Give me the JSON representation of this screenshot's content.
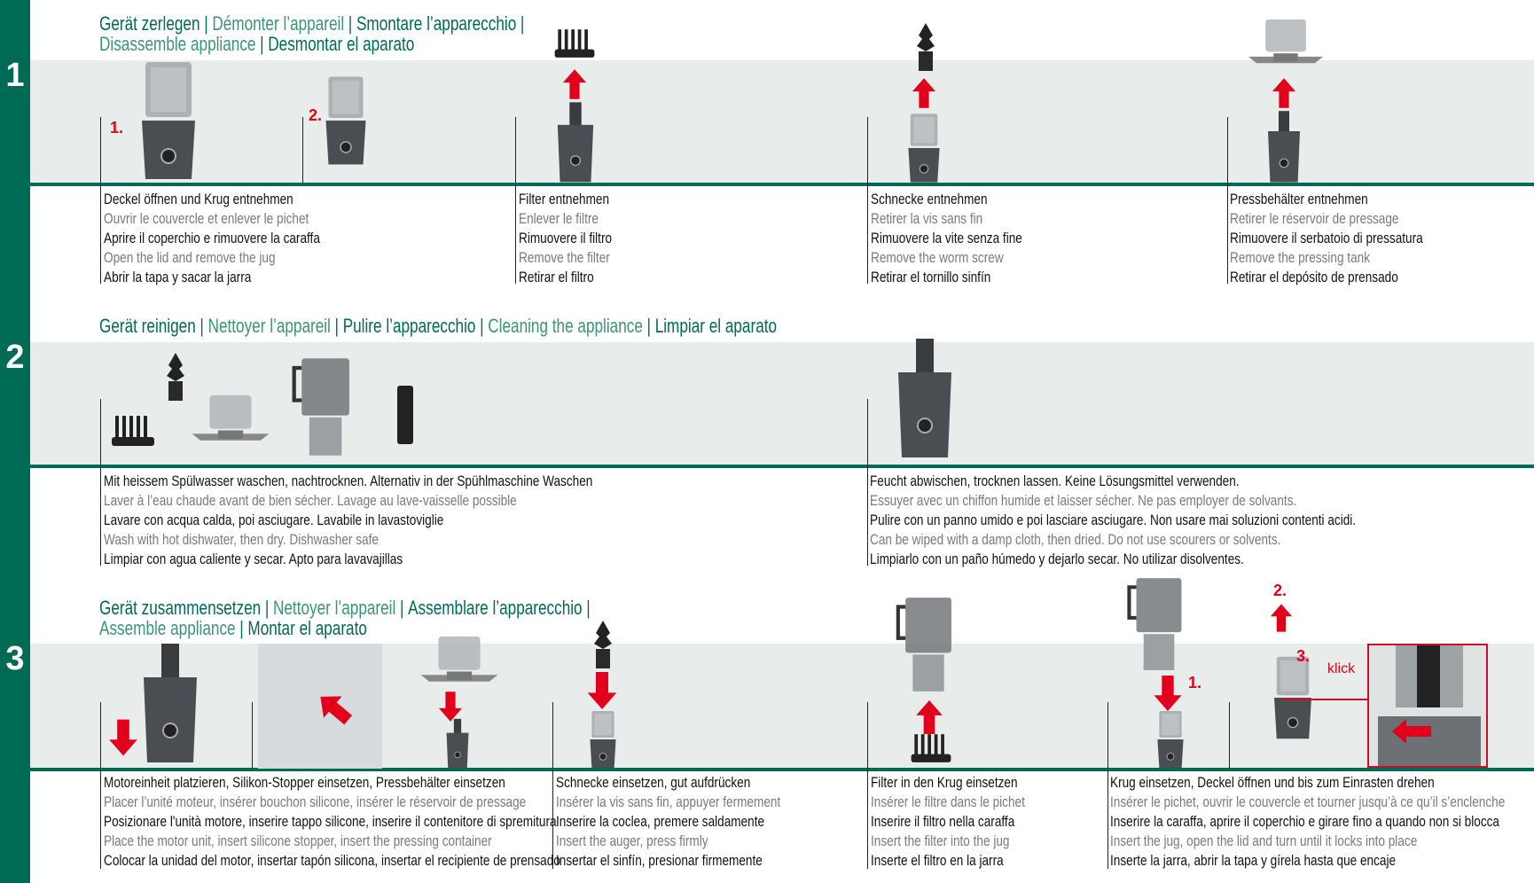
{
  "sections": [
    {
      "number": "1",
      "title_line1": [
        {
          "text": "Gerät zerlegen",
          "tone": "dark"
        },
        {
          "text": "Démonter l’appareil",
          "tone": "light"
        },
        {
          "text": "Smontare l’apparecchio",
          "tone": "dark"
        }
      ],
      "title_line2": [
        {
          "text": "Disassemble appliance",
          "tone": "light"
        },
        {
          "text": "Desmontar el aparato",
          "tone": "dark"
        }
      ],
      "steps": [
        {
          "lines": [
            "Deckel öffnen und Krug entnehmen",
            "Ouvrir le couvercle et enlever le pichet",
            "Aprire il coperchio e rimuovere la caraffa",
            "Open the lid and remove the jug",
            "Abrir la tapa y sacar la jarra"
          ],
          "markers": [
            "1.",
            "2."
          ]
        },
        {
          "lines": [
            "Filter entnehmen",
            "Enlever le filtre",
            "Rimuovere il filtro",
            "Remove the filter",
            "Retirar el filtro"
          ]
        },
        {
          "lines": [
            "Schnecke entnehmen",
            "Retirer la vis sans fin",
            "Rimuovere la vite senza fine",
            "Remove the worm screw",
            "Retirar el tornillo sinfín"
          ]
        },
        {
          "lines": [
            "Pressbehälter entnehmen",
            "Retirer le réservoir de pressage",
            "Rimuovere il serbatoio di pressatura",
            "Remove the pressing tank",
            "Retirar el depósito de prensado"
          ]
        }
      ]
    },
    {
      "number": "2",
      "title_line1": [
        {
          "text": "Gerät reinigen",
          "tone": "dark"
        },
        {
          "text": "Nettoyer l’appareil",
          "tone": "light"
        },
        {
          "text": "Pulire l’apparecchio",
          "tone": "dark"
        },
        {
          "text": "Cleaning the appliance",
          "tone": "light"
        },
        {
          "text": "Limpiar el aparato",
          "tone": "dark"
        }
      ],
      "steps": [
        {
          "lines": [
            "Mit heissem Spülwasser waschen, nachtrocknen. Alternativ in der Spühlmaschine Waschen",
            "Laver à l’eau chaude avant de bien sécher. Lavage au lave-vaisselle possible",
            "Lavare con acqua calda, poi asciugare. Lavabile in lavastoviglie",
            "Wash with hot dishwater, then dry. Dishwasher safe",
            "Limpiar con agua caliente y secar. Apto para lavavajillas"
          ]
        },
        {
          "lines": [
            "Feucht abwischen, trocknen lassen. Keine Lösungsmittel verwenden.",
            "Essuyer avec un chiffon humide et laisser sécher. Ne pas employer de solvants.",
            "Pulire con un panno umido e poi lasciare asciugare. Non usare mai soluzioni contenti acidi.",
            "Can be wiped with a damp cloth, then dried. Do not use scourers or solvents.",
            "Limpiarlo con un paño húmedo y dejarlo secar. No utilizar disolventes."
          ]
        }
      ]
    },
    {
      "number": "3",
      "title_line1": [
        {
          "text": "Gerät zusammensetzen",
          "tone": "dark"
        },
        {
          "text": "Nettoyer l’appareil",
          "tone": "light"
        },
        {
          "text": "Assemblare l’apparecchio",
          "tone": "dark"
        }
      ],
      "title_line2": [
        {
          "text": "Assemble appliance",
          "tone": "light"
        },
        {
          "text": "Montar el aparato",
          "tone": "dark"
        }
      ],
      "steps": [
        {
          "lines": [
            "Motoreinheit platzieren, Silikon-Stopper einsetzen, Pressbehälter einsetzen",
            "Placer l’unité moteur, insérer bouchon silicone, insérer le réservoir de pressage",
            "Posizionare l'unità motore, inserire tappo silicone, inserire il contenitore di spremitura",
            "Place the motor unit, insert silicone stopper, insert the pressing container",
            "Colocar la unidad del motor, insertar tapón silicona, insertar el recipiente de prensado"
          ]
        },
        {
          "lines": [
            "Schnecke einsetzen, gut aufdrücken",
            "Insérer la vis sans fin, appuyer fermement",
            "Inserire la coclea, premere saldamente",
            "Insert the auger, press firmly",
            "Insertar el sinfín, presionar firmemente"
          ]
        },
        {
          "lines": [
            "Filter in den Krug einsetzen",
            "Insérer le filtre dans le pichet",
            "Inserire il filtro nella caraffa",
            "Insert the filter into the jug",
            "Inserte el filtro en la jarra"
          ]
        },
        {
          "lines": [
            "Krug einsetzen, Deckel öffnen und bis zum Einrasten drehen",
            "Insérer le pichet, ouvrir le couvercle et tourner jusqu’à ce qu’il s’enclenche",
            "Inserire la caraffa, aprire il coperchio e girare fino a quando non si blocca",
            "Insert the jug, open the lid and turn until it locks into place",
            "Inserte la jarra, abrir la tapa y gírela hasta que encaje"
          ],
          "markers": [
            "1.",
            "2.",
            "3."
          ],
          "click_label": "klick"
        }
      ]
    }
  ],
  "colors": {
    "brand_green": "#006b54",
    "arrow_red": "#e2001a",
    "band": "#e8ecea"
  }
}
